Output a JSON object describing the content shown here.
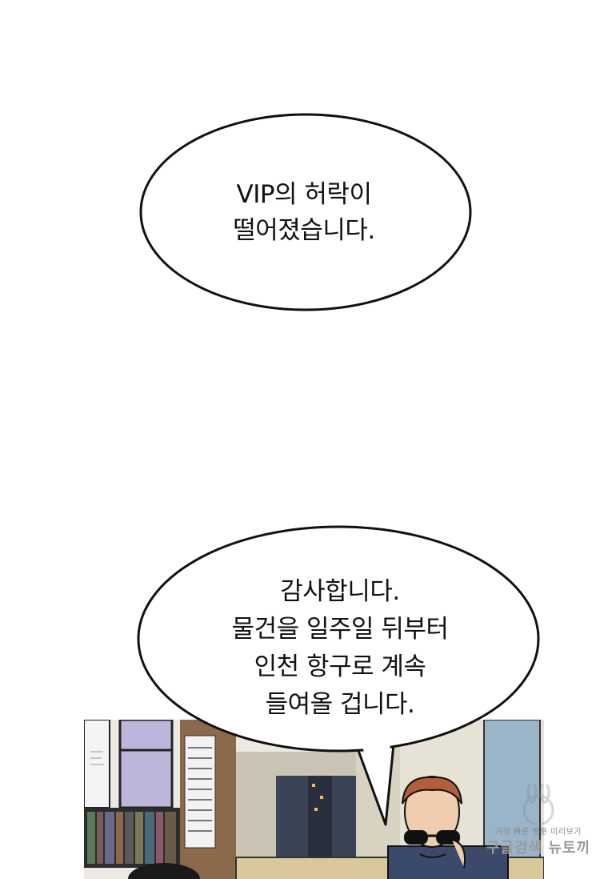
{
  "bubble_top": {
    "lines": [
      "VIP의 허락이",
      "떨어졌습니다."
    ]
  },
  "bubble_bottom": {
    "lines": [
      "감사합니다.",
      "물건을 일주일 뒤부터",
      "인천 항구로 계속",
      "들여올 겁니다."
    ]
  },
  "watermark": {
    "tagline": "가장 빠른 웹툰 미리보기",
    "brand": "구글검색 뉴토끼"
  },
  "colors": {
    "ink": "#111111",
    "paper": "#ffffff",
    "sky": "#b9b3d8",
    "suit": "#3b4a6b",
    "hair": "#b0603a"
  }
}
